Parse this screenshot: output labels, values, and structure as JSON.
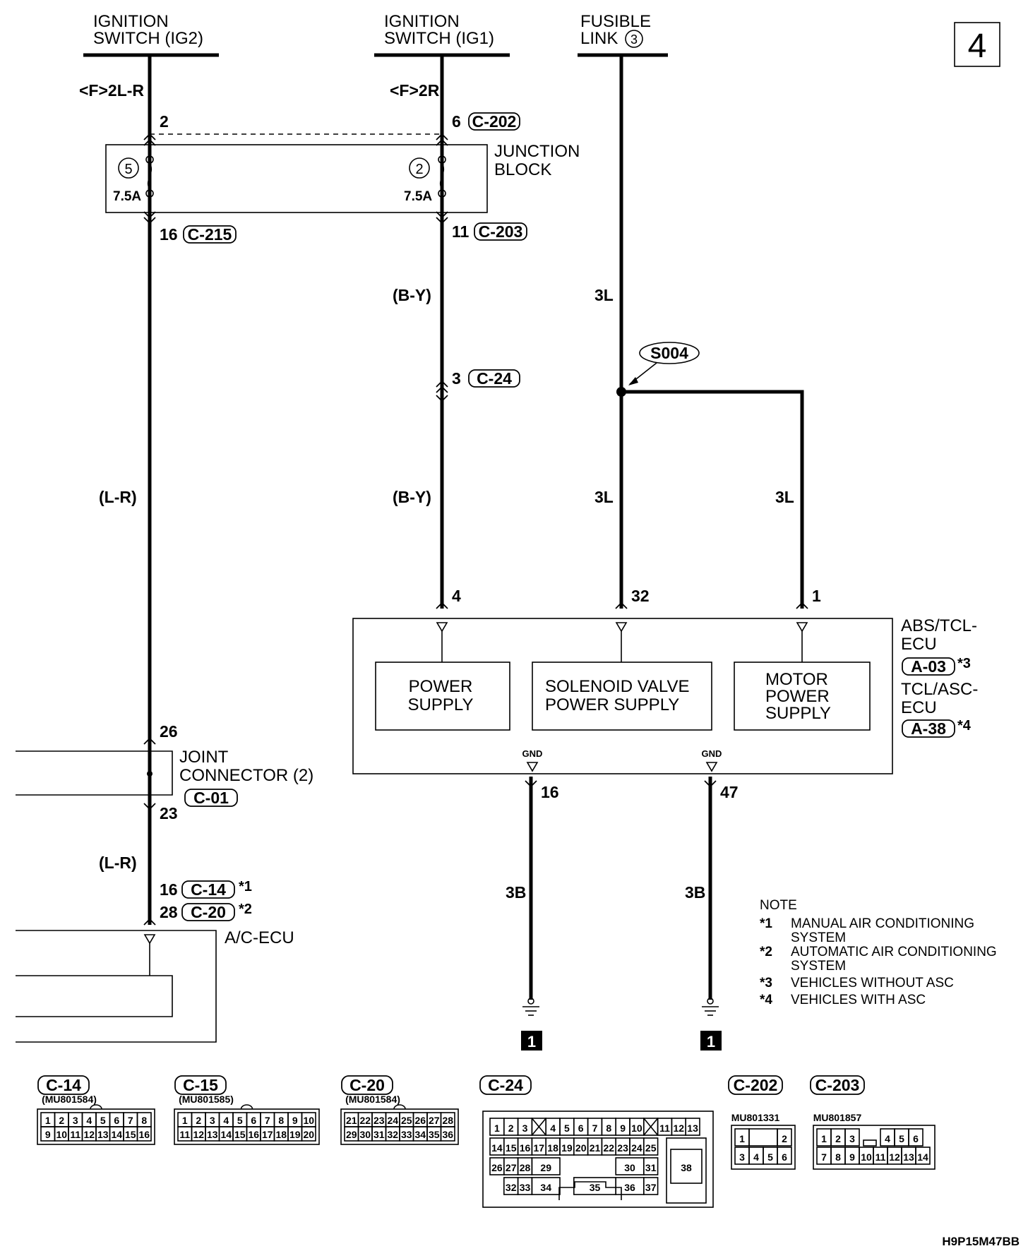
{
  "page_number": "4",
  "sources": {
    "ig2": [
      "IGNITION",
      "SWITCH (IG2)"
    ],
    "ig1": [
      "IGNITION",
      "SWITCH (IG1)"
    ],
    "fusible": [
      "FUSIBLE",
      "LINK"
    ],
    "fusible_num": "3"
  },
  "wire_codes": {
    "ig2_top": "<F>2L-R",
    "ig1_top": "<F>2R",
    "by_upper": "(B-Y)",
    "by_lower": "(B-Y)",
    "lr_upper": "(L-R)",
    "lr_lower": "(L-R)",
    "l3_upper": "3L",
    "l3_mid": "3L",
    "l3_right": "3L",
    "b3_left": "3B",
    "b3_right": "3B"
  },
  "junction_block": {
    "label": [
      "JUNCTION",
      "BLOCK"
    ],
    "fuse_left_num": "5",
    "fuse_right_num": "2",
    "fuse_left_rating": "7.5A",
    "fuse_right_rating": "7.5A",
    "pin_ig2_in": "2",
    "pin_ig1_in": "6",
    "conn_in": "C-202",
    "pin_ig2_out": "16",
    "conn_ig2_out": "C-215",
    "pin_ig1_out": "11",
    "conn_ig1_out": "C-203"
  },
  "c24_pin": "3",
  "c24_conn": "C-24",
  "splice": "S004",
  "ecu": {
    "pin_power": "4",
    "pin_solenoid": "32",
    "pin_motor": "1",
    "power_supply": [
      "POWER",
      "SUPPLY"
    ],
    "solenoid": [
      "SOLENOID VALVE",
      "POWER SUPPLY"
    ],
    "motor": [
      "MOTOR",
      "POWER",
      "SUPPLY"
    ],
    "gnd": "GND",
    "pin_gnd_left": "16",
    "pin_gnd_right": "47",
    "label1": [
      "ABS/TCL-",
      "ECU"
    ],
    "conn1": "A-03",
    "star1": "*3",
    "label2": [
      "TCL/ASC-",
      "ECU"
    ],
    "conn2": "A-38",
    "star2": "*4"
  },
  "joint": {
    "pin_in": "26",
    "pin_out": "23",
    "label": [
      "JOINT",
      "CONNECTOR (2)"
    ],
    "conn": "C-01"
  },
  "ac_ecu": {
    "pin1": "16",
    "conn1": "C-14",
    "star1": "*1",
    "pin2": "28",
    "conn2": "C-20",
    "star2": "*2",
    "label": "A/C-ECU"
  },
  "ground_ref": "1",
  "notes": {
    "title": "NOTE",
    "items": [
      {
        "mark": "*1",
        "text": [
          "MANUAL AIR CONDITIONING",
          "SYSTEM"
        ]
      },
      {
        "mark": "*2",
        "text": [
          "AUTOMATIC AIR CONDITIONING",
          "SYSTEM"
        ]
      },
      {
        "mark": "*3",
        "text": [
          "VEHICLES WITHOUT ASC"
        ]
      },
      {
        "mark": "*4",
        "text": [
          "VEHICLES WITH ASC"
        ]
      }
    ]
  },
  "connectors": {
    "c14": {
      "name": "C-14",
      "part": "(MU801584)",
      "rows": [
        [
          "1",
          "2",
          "3",
          "4",
          "5",
          "6",
          "7",
          "8"
        ],
        [
          "9",
          "10",
          "11",
          "12",
          "13",
          "14",
          "15",
          "16"
        ]
      ]
    },
    "c15": {
      "name": "C-15",
      "part": "(MU801585)",
      "rows": [
        [
          "1",
          "2",
          "3",
          "4",
          "5",
          "6",
          "7",
          "8",
          "9",
          "10"
        ],
        [
          "11",
          "12",
          "13",
          "14",
          "15",
          "16",
          "17",
          "18",
          "19",
          "20"
        ]
      ]
    },
    "c20": {
      "name": "C-20",
      "part": "(MU801584)",
      "rows": [
        [
          "21",
          "22",
          "23",
          "24",
          "25",
          "26",
          "27",
          "28"
        ],
        [
          "29",
          "30",
          "31",
          "32",
          "33",
          "34",
          "35",
          "36"
        ]
      ]
    },
    "c24": {
      "name": "C-24",
      "row1": [
        "1",
        "2",
        "3",
        "",
        "4",
        "5",
        "6",
        "7",
        "8",
        "9",
        "10",
        "",
        "11",
        "12",
        "13"
      ],
      "row2": [
        "14",
        "15",
        "16",
        "17",
        "18",
        "19",
        "20",
        "21",
        "22",
        "23",
        "24",
        "25"
      ],
      "row3a": [
        "26",
        "27",
        "28"
      ],
      "cell29": "29",
      "cell30": "30",
      "cell31": "31",
      "row4a": [
        "32",
        "33"
      ],
      "cell34": "34",
      "cell35": "35",
      "cell36": "36",
      "cell37": "37",
      "cell38": "38"
    },
    "c202": {
      "name": "C-202",
      "part": "MU801331",
      "top": [
        "1",
        "",
        "2"
      ],
      "bottom": [
        "3",
        "4",
        "5",
        "6"
      ]
    },
    "c203": {
      "name": "C-203",
      "part": "MU801857",
      "top": [
        "1",
        "2",
        "3",
        "",
        "4",
        "5",
        "6"
      ],
      "bottom": [
        "7",
        "8",
        "9",
        "10",
        "11",
        "12",
        "13",
        "14"
      ]
    }
  },
  "figure_code": "H9P15M47BB"
}
